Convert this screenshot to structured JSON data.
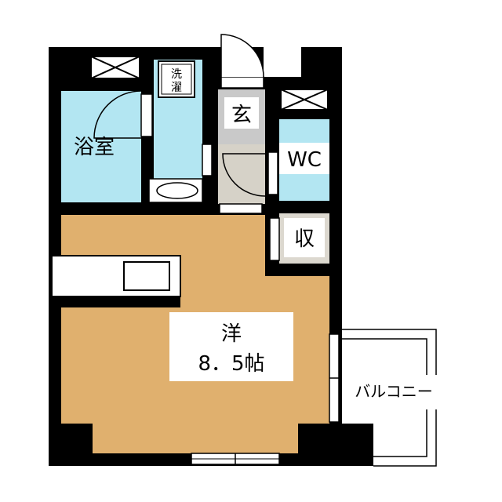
{
  "floorplan": {
    "rooms": {
      "bathroom": {
        "label": "浴室"
      },
      "laundry": {
        "label_line1": "洗",
        "label_line2": "濯"
      },
      "entrance": {
        "label": "玄"
      },
      "toilet": {
        "label": "WC"
      },
      "storage": {
        "label": "収"
      },
      "western_room": {
        "label": "洋",
        "size": "8．5帖"
      },
      "balcony": {
        "label": "バルコニー"
      }
    },
    "colors": {
      "wall": "#000000",
      "wet_area": "#b3e6f2",
      "western_room_floor": "#e0b06e",
      "entrance_floor": "#c9c9c9",
      "hallway_floor": "#d6d2c8",
      "storage_floor": "#dcd8cf",
      "fixture": "#ffffff"
    }
  }
}
